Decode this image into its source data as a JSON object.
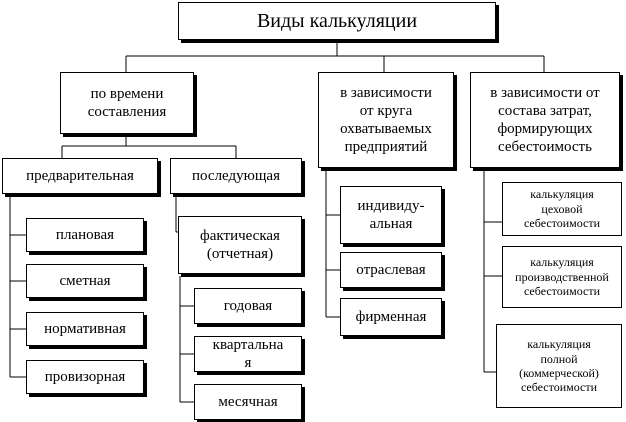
{
  "title": "Виды калькуляции",
  "groups": {
    "by_time": {
      "label": "по времени\nсоставления",
      "preliminary": {
        "label": "предварительная",
        "items": [
          "плановая",
          "сметная",
          "нормативная",
          "провизорная"
        ]
      },
      "subsequent": {
        "label": "последующая",
        "actual": "фактическая\n(отчетная)",
        "items": [
          "годовая",
          "квартальна\nя",
          "месячная"
        ]
      }
    },
    "by_scope": {
      "label": "в зависимости\nот круга\nохватываемых\nпредприятий",
      "items": [
        "индивиду-\nальная",
        "отраслевая",
        "фирменная"
      ]
    },
    "by_costs": {
      "label": "в зависимости от\nсостава затрат,\nформирующих\nсебестоимость",
      "items": [
        "калькуляция\nцеховой\nсебестоимости",
        "калькуляция\nпроизводственной\nсебестоимости",
        "калькуляция\nполной\n(коммерческой)\nсебестоимости"
      ]
    }
  }
}
